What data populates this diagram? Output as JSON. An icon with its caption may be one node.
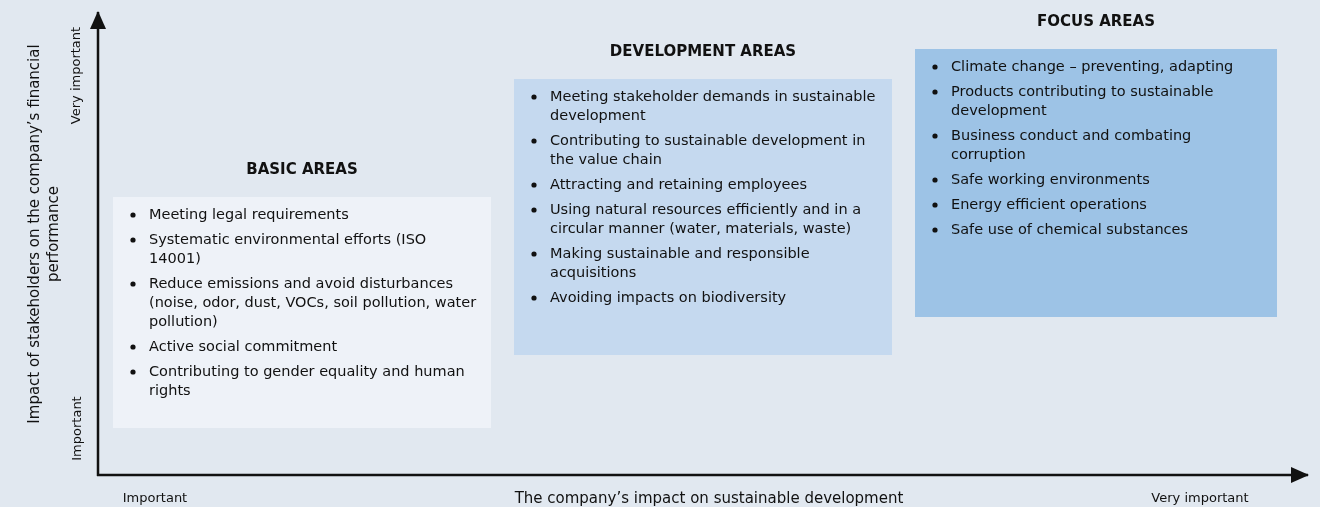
{
  "diagram": {
    "nodes": [
      {
        "text": [
          "BASIC AREAS",
          "Meeting legal requirements",
          "Systematic environmental efforts (ISO 14001)",
          "Reduce emissions and avoid disturbances (noise, odor, dust, VOCs, soil pollution, water pollution)",
          "Active social commitment",
          "Contributing to gender equality and human rights"
        ]
      },
      {
        "text": [
          "DEVELOPMENT AREAS",
          "Meeting stakeholder demands in sustainable development",
          "Contributing to sustainable development in the value chain",
          "Attracting and retaining employees",
          "Using natural resources efficiently and in a circular manner (water, materials, waste)",
          "Making sustainable and responsible acquisitions",
          "Avoiding impacts on biodiversity"
        ]
      },
      {
        "text": [
          "FOCUS AREAS",
          "Climate change – preventing, adapting",
          "Products contributing to sustainable development",
          "Business conduct and combating corruption",
          "Safe working environments",
          "Energy efficient operations",
          "Safe use of chemical substances"
        ]
      }
    ],
    "edges": [],
    "labels": [
      "Impact of stakeholders on the company’s financial performance",
      "Very important",
      "Important",
      "Important",
      "The company’s impact on sustainable development",
      "Very important"
    ]
  }
}
